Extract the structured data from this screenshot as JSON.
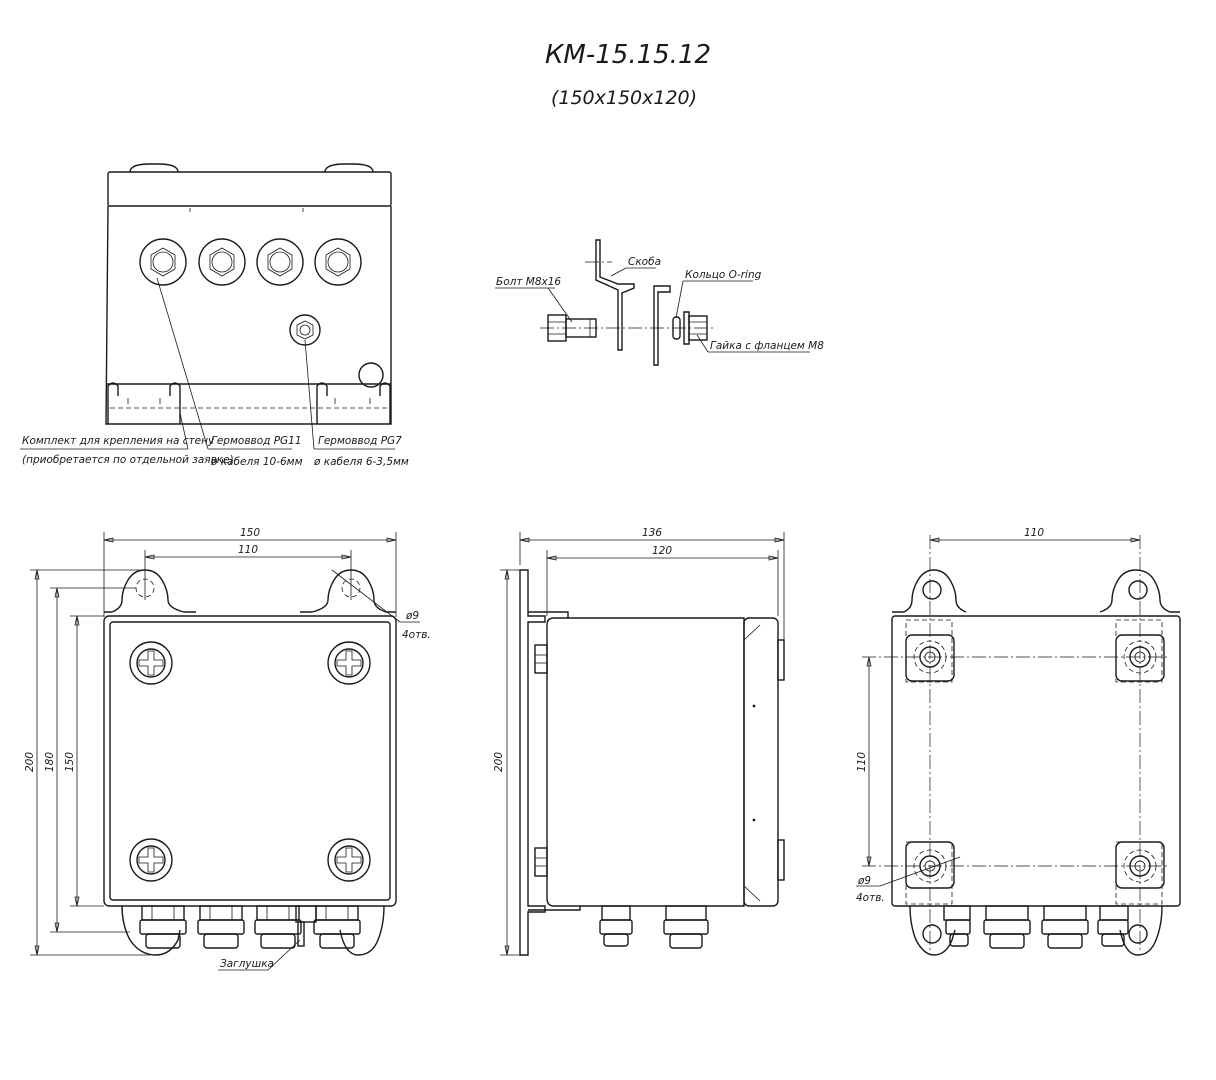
{
  "drawing": {
    "title": "КМ-15.15.12",
    "subtitle": "(150x150x120)"
  },
  "callouts": {
    "mount_kit_line1": "Комплект для крепления на стену",
    "mount_kit_line2": "(приобретается по отдельной заявке)",
    "pg11_line1": "Гермоввод PG11",
    "pg11_line2": "ø кабеля 10-6мм",
    "pg7_line1": "Гермоввод PG7",
    "pg7_line2": "ø кабеля 6-3,5мм",
    "bracket": "Скоба",
    "bolt": "Болт М8х16",
    "oring": "Кольцо O-ring",
    "nut": "Гайка с фланцем М8",
    "plug": "Заглушка"
  },
  "dimensions": {
    "front_width": "150",
    "front_hole_spacing": "110",
    "front_height_total": "200",
    "front_height_holes": "180",
    "front_height_body": "150",
    "hole_dia": "ø9",
    "hole_count": "4отв.",
    "side_depth_total": "136",
    "side_depth_body": "120",
    "side_height": "200",
    "rear_hole_spacing_h": "110",
    "rear_hole_spacing_v": "110",
    "rear_hole_dia": "ø9",
    "rear_hole_count": "4отв."
  }
}
